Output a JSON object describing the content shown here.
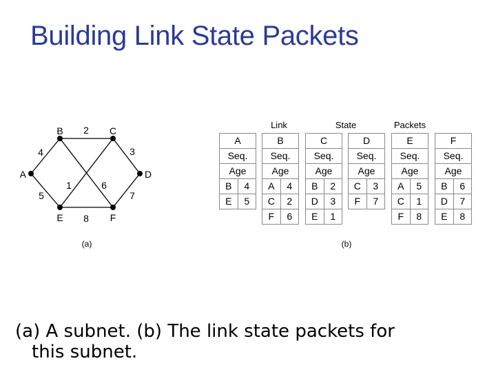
{
  "title": "Building Link State Packets",
  "figure": {
    "subnet": {
      "nodes": [
        "A",
        "B",
        "C",
        "D",
        "E",
        "F"
      ],
      "edges": [
        {
          "from": "A",
          "to": "B",
          "weight": "4"
        },
        {
          "from": "B",
          "to": "C",
          "weight": "2"
        },
        {
          "from": "C",
          "to": "D",
          "weight": "3"
        },
        {
          "from": "A",
          "to": "E",
          "weight": "5"
        },
        {
          "from": "E",
          "to": "F",
          "weight": "8"
        },
        {
          "from": "F",
          "to": "D",
          "weight": "7"
        },
        {
          "from": "B",
          "to": "F",
          "weight": "6"
        },
        {
          "from": "C",
          "to": "E",
          "weight": "1"
        }
      ],
      "label": "(a)"
    },
    "packets": {
      "header_words": [
        "Link",
        "State",
        "Packets"
      ],
      "seq_label": "Seq.",
      "age_label": "Age",
      "label": "(b)",
      "tables": [
        {
          "router": "A",
          "rows": [
            [
              "B",
              "4"
            ],
            [
              "E",
              "5"
            ]
          ]
        },
        {
          "router": "B",
          "rows": [
            [
              "A",
              "4"
            ],
            [
              "C",
              "2"
            ],
            [
              "F",
              "6"
            ]
          ]
        },
        {
          "router": "C",
          "rows": [
            [
              "B",
              "2"
            ],
            [
              "D",
              "3"
            ],
            [
              "E",
              "1"
            ]
          ]
        },
        {
          "router": "D",
          "rows": [
            [
              "C",
              "3"
            ],
            [
              "F",
              "7"
            ]
          ]
        },
        {
          "router": "E",
          "rows": [
            [
              "A",
              "5"
            ],
            [
              "C",
              "1"
            ],
            [
              "F",
              "8"
            ]
          ]
        },
        {
          "router": "F",
          "rows": [
            [
              "B",
              "6"
            ],
            [
              "D",
              "7"
            ],
            [
              "E",
              "8"
            ]
          ]
        }
      ]
    }
  },
  "caption": {
    "line1": "(a) A subnet.  (b) The link state packets for",
    "line2": "this subnet."
  }
}
